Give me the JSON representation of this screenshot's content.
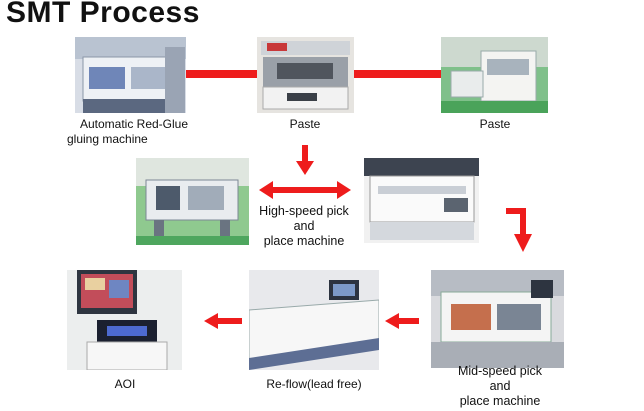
{
  "title": "SMT Process",
  "steps": {
    "glue": {
      "label_line1": "Automatic Red-Glue",
      "label_line2": "gluing machine"
    },
    "paste1": {
      "label": "Paste"
    },
    "paste2": {
      "label": "Paste"
    },
    "highspeed": {
      "label_line1": "High-speed pick",
      "label_line2": "and",
      "label_line3": "place machine"
    },
    "midspeed": {
      "label_line1": "Mid-speed pick",
      "label_line2": "and",
      "label_line3": "place machine"
    },
    "reflow": {
      "label": "Re-flow(lead free)"
    },
    "aoi": {
      "label": "AOI"
    }
  },
  "colors": {
    "arrow": "#ee1c1c",
    "connector": "#ee1c1c"
  }
}
